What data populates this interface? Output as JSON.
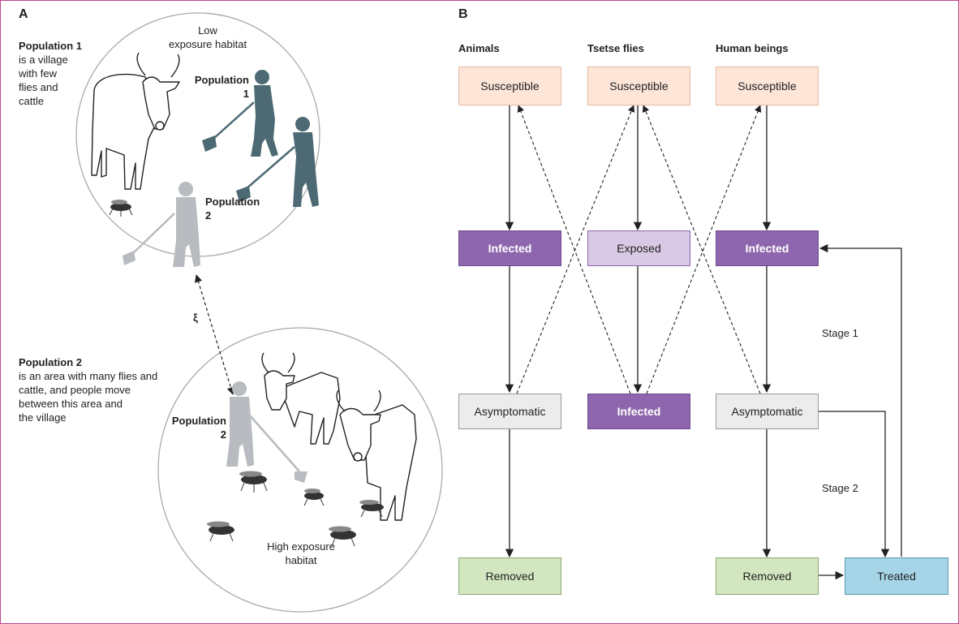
{
  "panel_a": {
    "letter": "A",
    "low_habitat_label": "Low\nexposure habitat",
    "pop1_title": "Population 1",
    "pop1_desc": "is a village\nwith few\nflies and\ncattle",
    "pop1_label_in_circle": "Population\n1",
    "pop2_label_upper": "Population\n2",
    "xi_symbol": "ξ",
    "pop2_title": "Population 2",
    "pop2_desc": "is an area with many flies and\ncattle, and people move\nbetween this area and\nthe village",
    "pop2_label_lower": "Population\n2",
    "high_habitat_label": "High exposure\nhabitat"
  },
  "panel_b": {
    "letter": "B",
    "col_animals": "Animals",
    "col_tsetse": "Tsetse flies",
    "col_humans": "Human beings",
    "boxes": {
      "animals_susceptible": "Susceptible",
      "animals_infected": "Infected",
      "animals_asymptomatic": "Asymptomatic",
      "animals_removed": "Removed",
      "tsetse_susceptible": "Susceptible",
      "tsetse_exposed": "Exposed",
      "tsetse_infected": "Infected",
      "humans_susceptible": "Susceptible",
      "humans_infected": "Infected",
      "humans_asymptomatic": "Asymptomatic",
      "humans_removed": "Removed",
      "humans_treated": "Treated"
    },
    "stage1": "Stage 1",
    "stage2": "Stage 2"
  },
  "colors": {
    "border": "#c0488a",
    "susceptible": "#fde5d8",
    "infected": "#8e66ad",
    "exposed": "#d9c9e4",
    "asymptomatic": "#ececec",
    "removed": "#d2e6bf",
    "treated": "#a7d5e8",
    "person_dark": "#4d6a74",
    "person_light": "#b8bbbf"
  }
}
